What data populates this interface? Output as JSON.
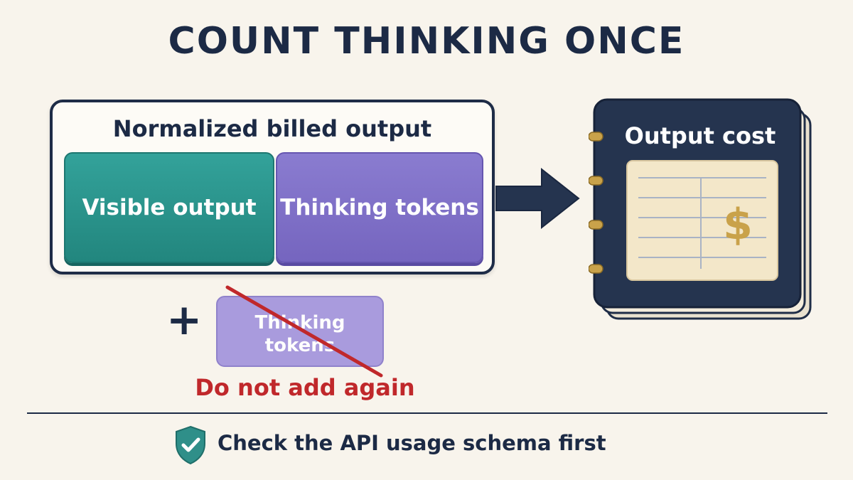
{
  "title": "COUNT THINKING ONCE",
  "normalized_box": {
    "label": "Normalized billed output",
    "visible_block": "Visible output",
    "thinking_block": "Thinking tokens"
  },
  "ledger": {
    "label": "Output cost",
    "symbol": "$"
  },
  "extra_block": {
    "operator": "+",
    "line1": "Thinking",
    "line2": "tokens",
    "warning": "Do not add again"
  },
  "footer": {
    "text": "Check the API usage schema first"
  },
  "colors": {
    "navy": "#1c2a45",
    "teal": "#22867e",
    "purple": "#7565bf",
    "warning_red": "#c0282b",
    "gold": "#c9a24a"
  }
}
